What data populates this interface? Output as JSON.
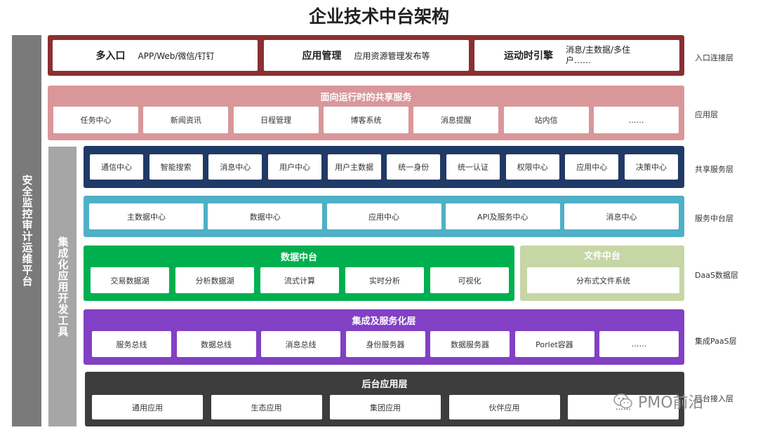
{
  "title": "企业技术中台架构",
  "vertical_bars": {
    "security": "安全监控审计运维平台",
    "devtools": "集成化应用开发工具"
  },
  "layers": {
    "entry": {
      "side_label": "入口连接层",
      "boxes": [
        {
          "name": "多入口",
          "detail": "APP/Web/微信/钉钉"
        },
        {
          "name": "应用管理",
          "detail": "应用资源管理发布等"
        },
        {
          "name": "运动时引擎",
          "detail": "消息/主数据/多住户……"
        }
      ]
    },
    "app": {
      "side_label": "应用层",
      "title": "面向运行时的共享服务",
      "items": [
        "任务中心",
        "新闻资讯",
        "日程管理",
        "博客系统",
        "消息提醒",
        "站内信",
        "……"
      ]
    },
    "shared": {
      "side_label": "共享服务层",
      "items": [
        "通信中心",
        "智能搜索",
        "消息中心",
        "用户中心",
        "用户主数据",
        "统一身份",
        "统一认证",
        "权限中心",
        "应用中心",
        "决策中心"
      ]
    },
    "svc": {
      "side_label": "服务中台层",
      "items": [
        "主数据中心",
        "数据中心",
        "应用中心",
        "API及服务中心",
        "消息中心"
      ]
    },
    "data": {
      "side_label": "DaaS数据层",
      "title": "数据中台",
      "items": [
        "交易数据湖",
        "分析数据湖",
        "流式计算",
        "实时分析",
        "可视化"
      ]
    },
    "file": {
      "title": "文件中台",
      "items": [
        "分布式文件系统"
      ]
    },
    "integ": {
      "side_label": "集成PaaS层",
      "title": "集成及服务化层",
      "items": [
        "服务总线",
        "数据总线",
        "消息总线",
        "身份服务器",
        "数据服务器",
        "Porlet容器",
        "……"
      ]
    },
    "back": {
      "side_label": "后台接入层",
      "title": "后台应用层",
      "items": [
        "通用应用",
        "生态应用",
        "集团应用",
        "伙伴应用",
        "……"
      ]
    }
  },
  "watermark": "PMO前沿",
  "colors": {
    "entry": "#8b2f33",
    "app": "#d9979a",
    "shared": "#1f3a66",
    "svc": "#4fb0c6",
    "data": "#00b04f",
    "file": "#c6d6a4",
    "integ": "#8240c4",
    "back": "#3d3d3d",
    "security_bar": "#7a7a7a",
    "devtools_bar": "#a6a6a6"
  }
}
